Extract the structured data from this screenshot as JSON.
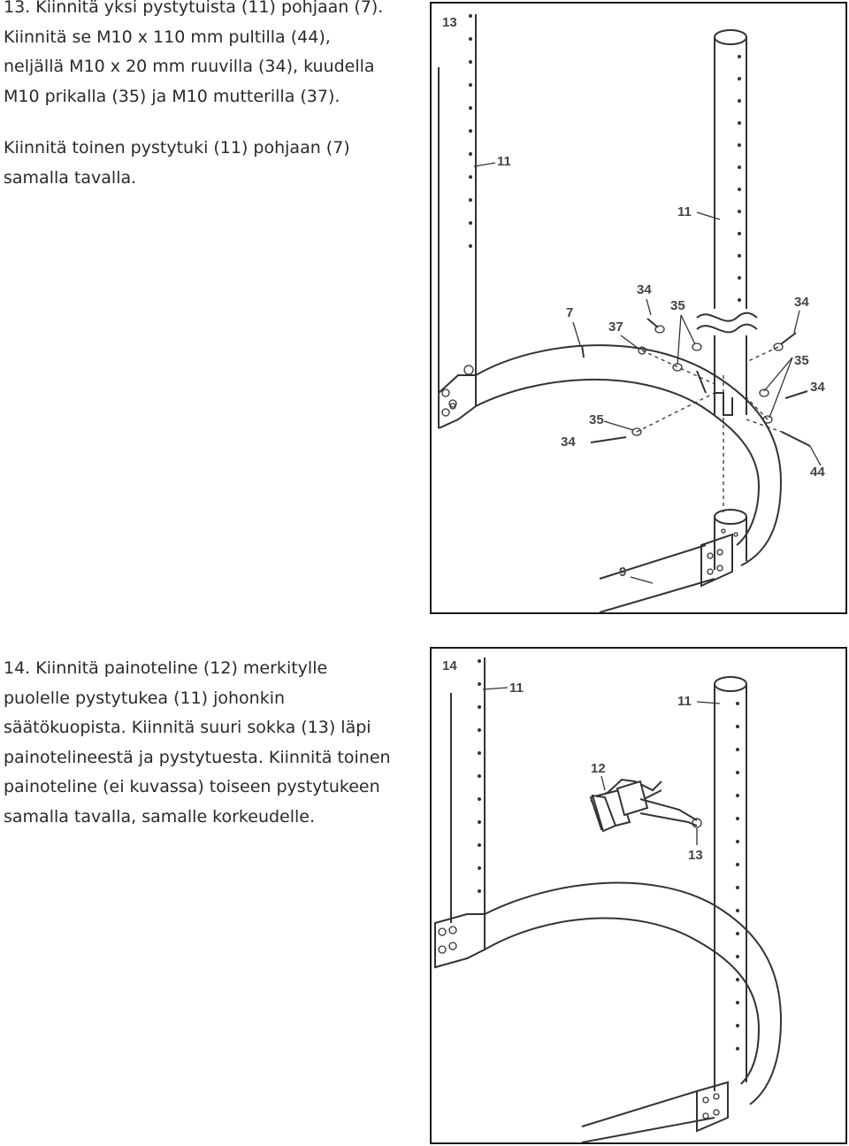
{
  "step13": {
    "lines": [
      "13. Kiinnitä yksi pystytuista (11) pohjaan (7).",
      "Kiinnitä se M10 x 110 mm pultilla (44),",
      "neljällä M10 x 20 mm ruuvilla (34), kuudella",
      "M10 prikalla (35) ja M10 mutterilla (37)."
    ],
    "second_paragraph": [
      "Kiinnitä toinen pystytuki (11) pohjaan (7)",
      "samalla tavalla."
    ]
  },
  "step14": {
    "lines": [
      "14. Kiinnitä painoteline (12) merkitylle",
      "puolelle pystytukea (11) johonkin",
      "säätökuopista. Kiinnitä suuri sokka (13) läpi",
      "painotelineestä ja pystytuesta. Kiinnitä toinen",
      "painoteline (ei kuvassa) toiseen pystytukeen",
      "samalla tavalla, samalle korkeudelle."
    ]
  },
  "figure13": {
    "step_number": "13",
    "labels": {
      "upright_left": "11",
      "upright_right": "11",
      "screw_top_left": "34",
      "washer_top": "35",
      "screw_top_right": "34",
      "nut": "37",
      "base_frame": "7",
      "washer_right": "35",
      "screw_right": "34",
      "washer_bottom_left": "35",
      "screw_bottom_left": "34",
      "bolt": "44",
      "base_tube": "9"
    }
  },
  "figure14": {
    "step_number": "14",
    "labels": {
      "upright_left": "11",
      "upright_right": "11",
      "weight_holder": "12",
      "pin": "13"
    }
  }
}
